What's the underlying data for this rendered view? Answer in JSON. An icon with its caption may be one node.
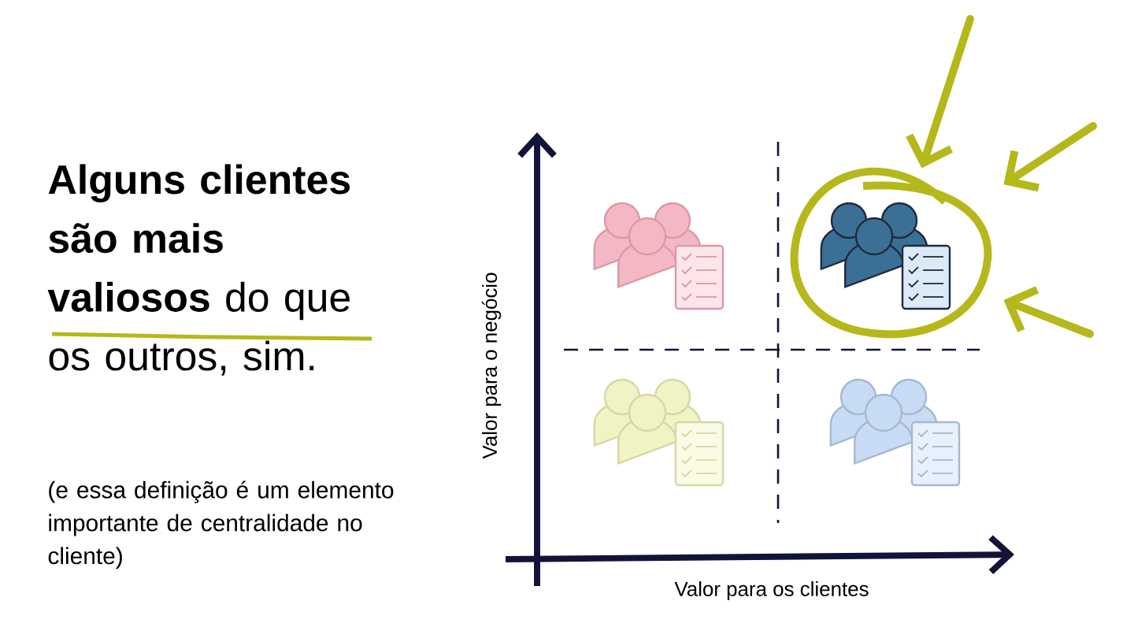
{
  "diagram": {
    "title": "**Alguns clientes são mais valiosos** do que os outros, sim.",
    "caption": "(e essa definição é um elemento importante de centralidade no cliente)",
    "nodes": [
      {
        "text": [],
        "shape": "person"
      },
      {
        "text": [],
        "shape": "person"
      },
      {
        "text": [],
        "shape": "person"
      },
      {
        "text": [],
        "shape": "person"
      }
    ],
    "edges": [
      {
        "from": null,
        "to": 1,
        "arrow": "to"
      },
      {
        "from": null,
        "to": 1,
        "arrow": "to"
      },
      {
        "from": null,
        "to": 1,
        "arrow": "to"
      }
    ],
    "labels": [
      "Valor para o negócio",
      "Valor para os clientes"
    ]
  }
}
